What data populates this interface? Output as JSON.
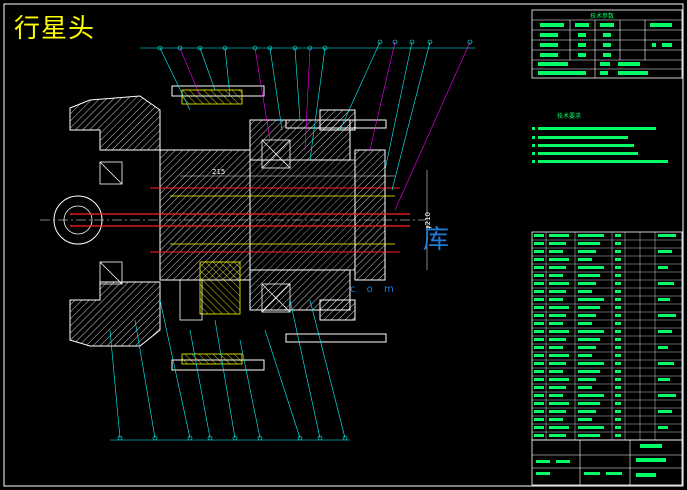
{
  "drawing": {
    "title": "行星头",
    "dimension_215": "215",
    "dimension_phi": "φ210"
  },
  "params_table": {
    "title": "技术参数"
  },
  "notes": {
    "title": "技术要求"
  },
  "watermark": {
    "main": "库",
    "sub": "c o m"
  },
  "colors": {
    "background": "#000000",
    "frame": "#ffffff",
    "title": "#ffff00",
    "text_green": "#00ff66",
    "leader_cyan": "#00ffff",
    "leader_magenta": "#ff00ff",
    "outline_yellow": "#ffff00",
    "outline_red": "#ff2020",
    "watermark_blue": "#1e7bd8"
  }
}
